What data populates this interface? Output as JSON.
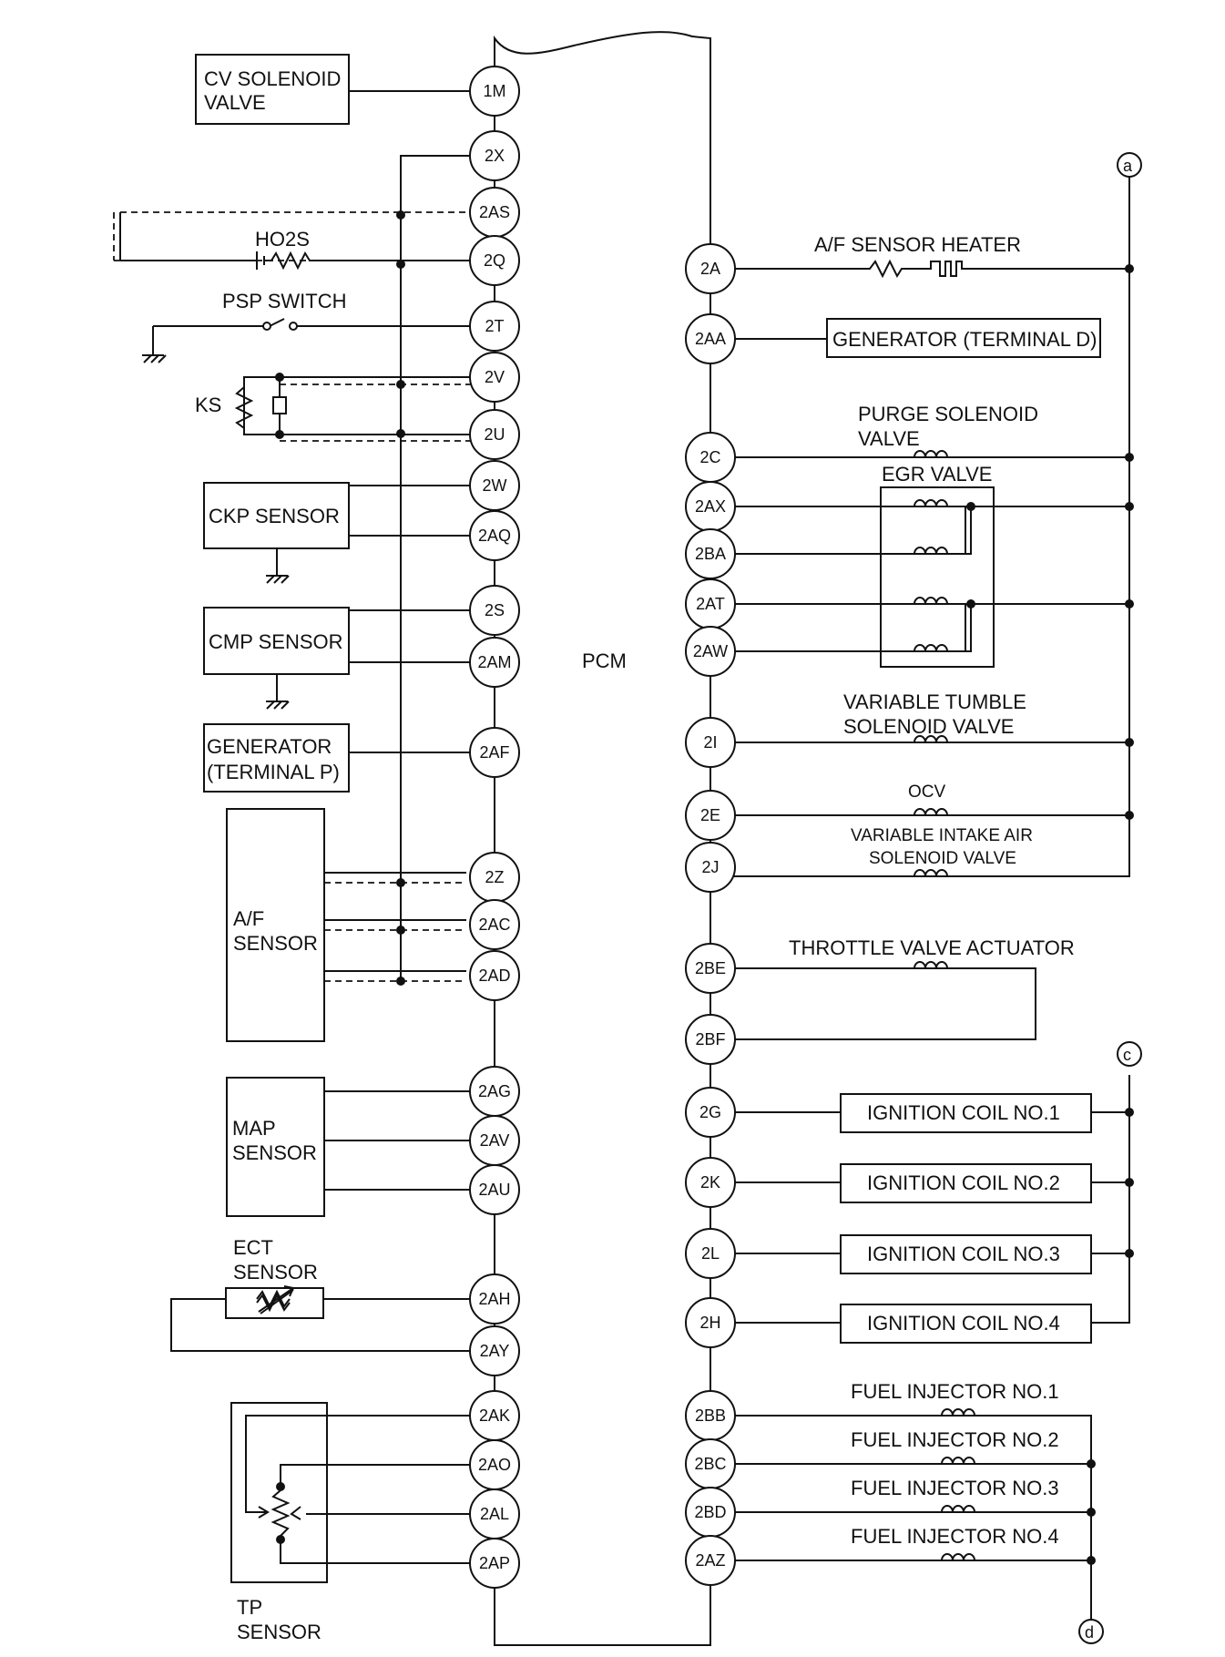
{
  "diagram": {
    "pcm_label": "PCM",
    "components": {
      "cv_solenoid": [
        "CV SOLENOID",
        "VALVE"
      ],
      "ho2s": "HO2S",
      "psp_switch": "PSP SWITCH",
      "ks": "KS",
      "ckp_sensor": "CKP SENSOR",
      "cmp_sensor": "CMP SENSOR",
      "generator_p": [
        "GENERATOR",
        "(TERMINAL P)"
      ],
      "af_sensor": [
        "A/F",
        "SENSOR"
      ],
      "map_sensor": [
        "MAP",
        "SENSOR"
      ],
      "ect_sensor": [
        "ECT",
        "SENSOR"
      ],
      "tp_sensor": [
        "TP",
        "SENSOR"
      ],
      "af_sensor_heater": "A/F SENSOR HEATER",
      "generator_d": "GENERATOR (TERMINAL D)",
      "purge_solenoid": [
        "PURGE SOLENOID",
        "VALVE"
      ],
      "egr_valve": "EGR VALVE",
      "variable_tumble": [
        "VARIABLE TUMBLE",
        "SOLENOID VALVE"
      ],
      "ocv": "OCV",
      "variable_intake": [
        "VARIABLE INTAKE AIR",
        "SOLENOID VALVE"
      ],
      "throttle_actuator": "THROTTLE VALVE ACTUATOR",
      "ignition_coils": [
        "IGNITION COIL NO.1",
        "IGNITION COIL NO.2",
        "IGNITION COIL NO.3",
        "IGNITION COIL NO.4"
      ],
      "fuel_injectors": [
        "FUEL INJECTOR NO.1",
        "FUEL INJECTOR NO.2",
        "FUEL INJECTOR NO.3",
        "FUEL INJECTOR NO.4"
      ]
    },
    "connectors": [
      "a",
      "c",
      "d"
    ],
    "left_pins": [
      "1M",
      "2X",
      "2AS",
      "2Q",
      "2T",
      "2V",
      "2U",
      "2W",
      "2AQ",
      "2S",
      "2AM",
      "2AF",
      "2Z",
      "2AC",
      "2AD",
      "2AG",
      "2AV",
      "2AU",
      "2AH",
      "2AY",
      "2AK",
      "2AO",
      "2AL",
      "2AP"
    ],
    "right_pins": [
      "2A",
      "2AA",
      "2C",
      "2AX",
      "2BA",
      "2AT",
      "2AW",
      "2I",
      "2E",
      "2J",
      "2BE",
      "2BF",
      "2G",
      "2K",
      "2L",
      "2H",
      "2BB",
      "2BC",
      "2BD",
      "2AZ"
    ]
  }
}
